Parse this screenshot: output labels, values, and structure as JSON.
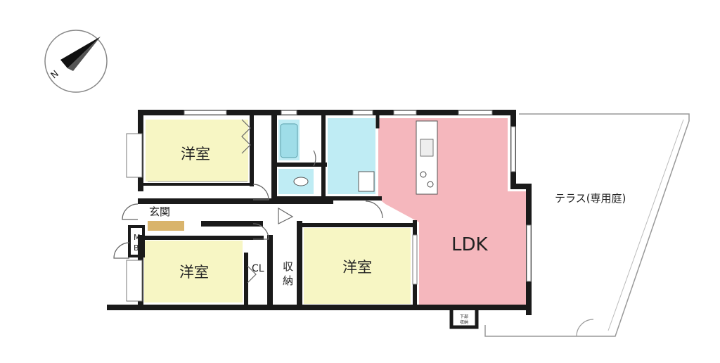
{
  "compass": {
    "label": "N"
  },
  "rooms": {
    "bedroom_top": "洋室",
    "bedroom_bottom_left": "洋室",
    "bedroom_bottom_center": "洋室",
    "entrance": "玄関",
    "meter_box_1": "M",
    "meter_box_2": "B",
    "closet": "CL",
    "storage_1": "収",
    "storage_2": "納",
    "ldk": "LDK",
    "terrace": "テラス(専用庭)",
    "underfloor_1": "下部",
    "underfloor_2": "収納"
  },
  "colors": {
    "bedroom": "#f7f6c4",
    "ldk": "#f5b7bd",
    "wet_area": "#bfecf4",
    "wall": "#1a1a1a",
    "floor": "#ffffff",
    "genkan_floor": "#d9b46c"
  }
}
